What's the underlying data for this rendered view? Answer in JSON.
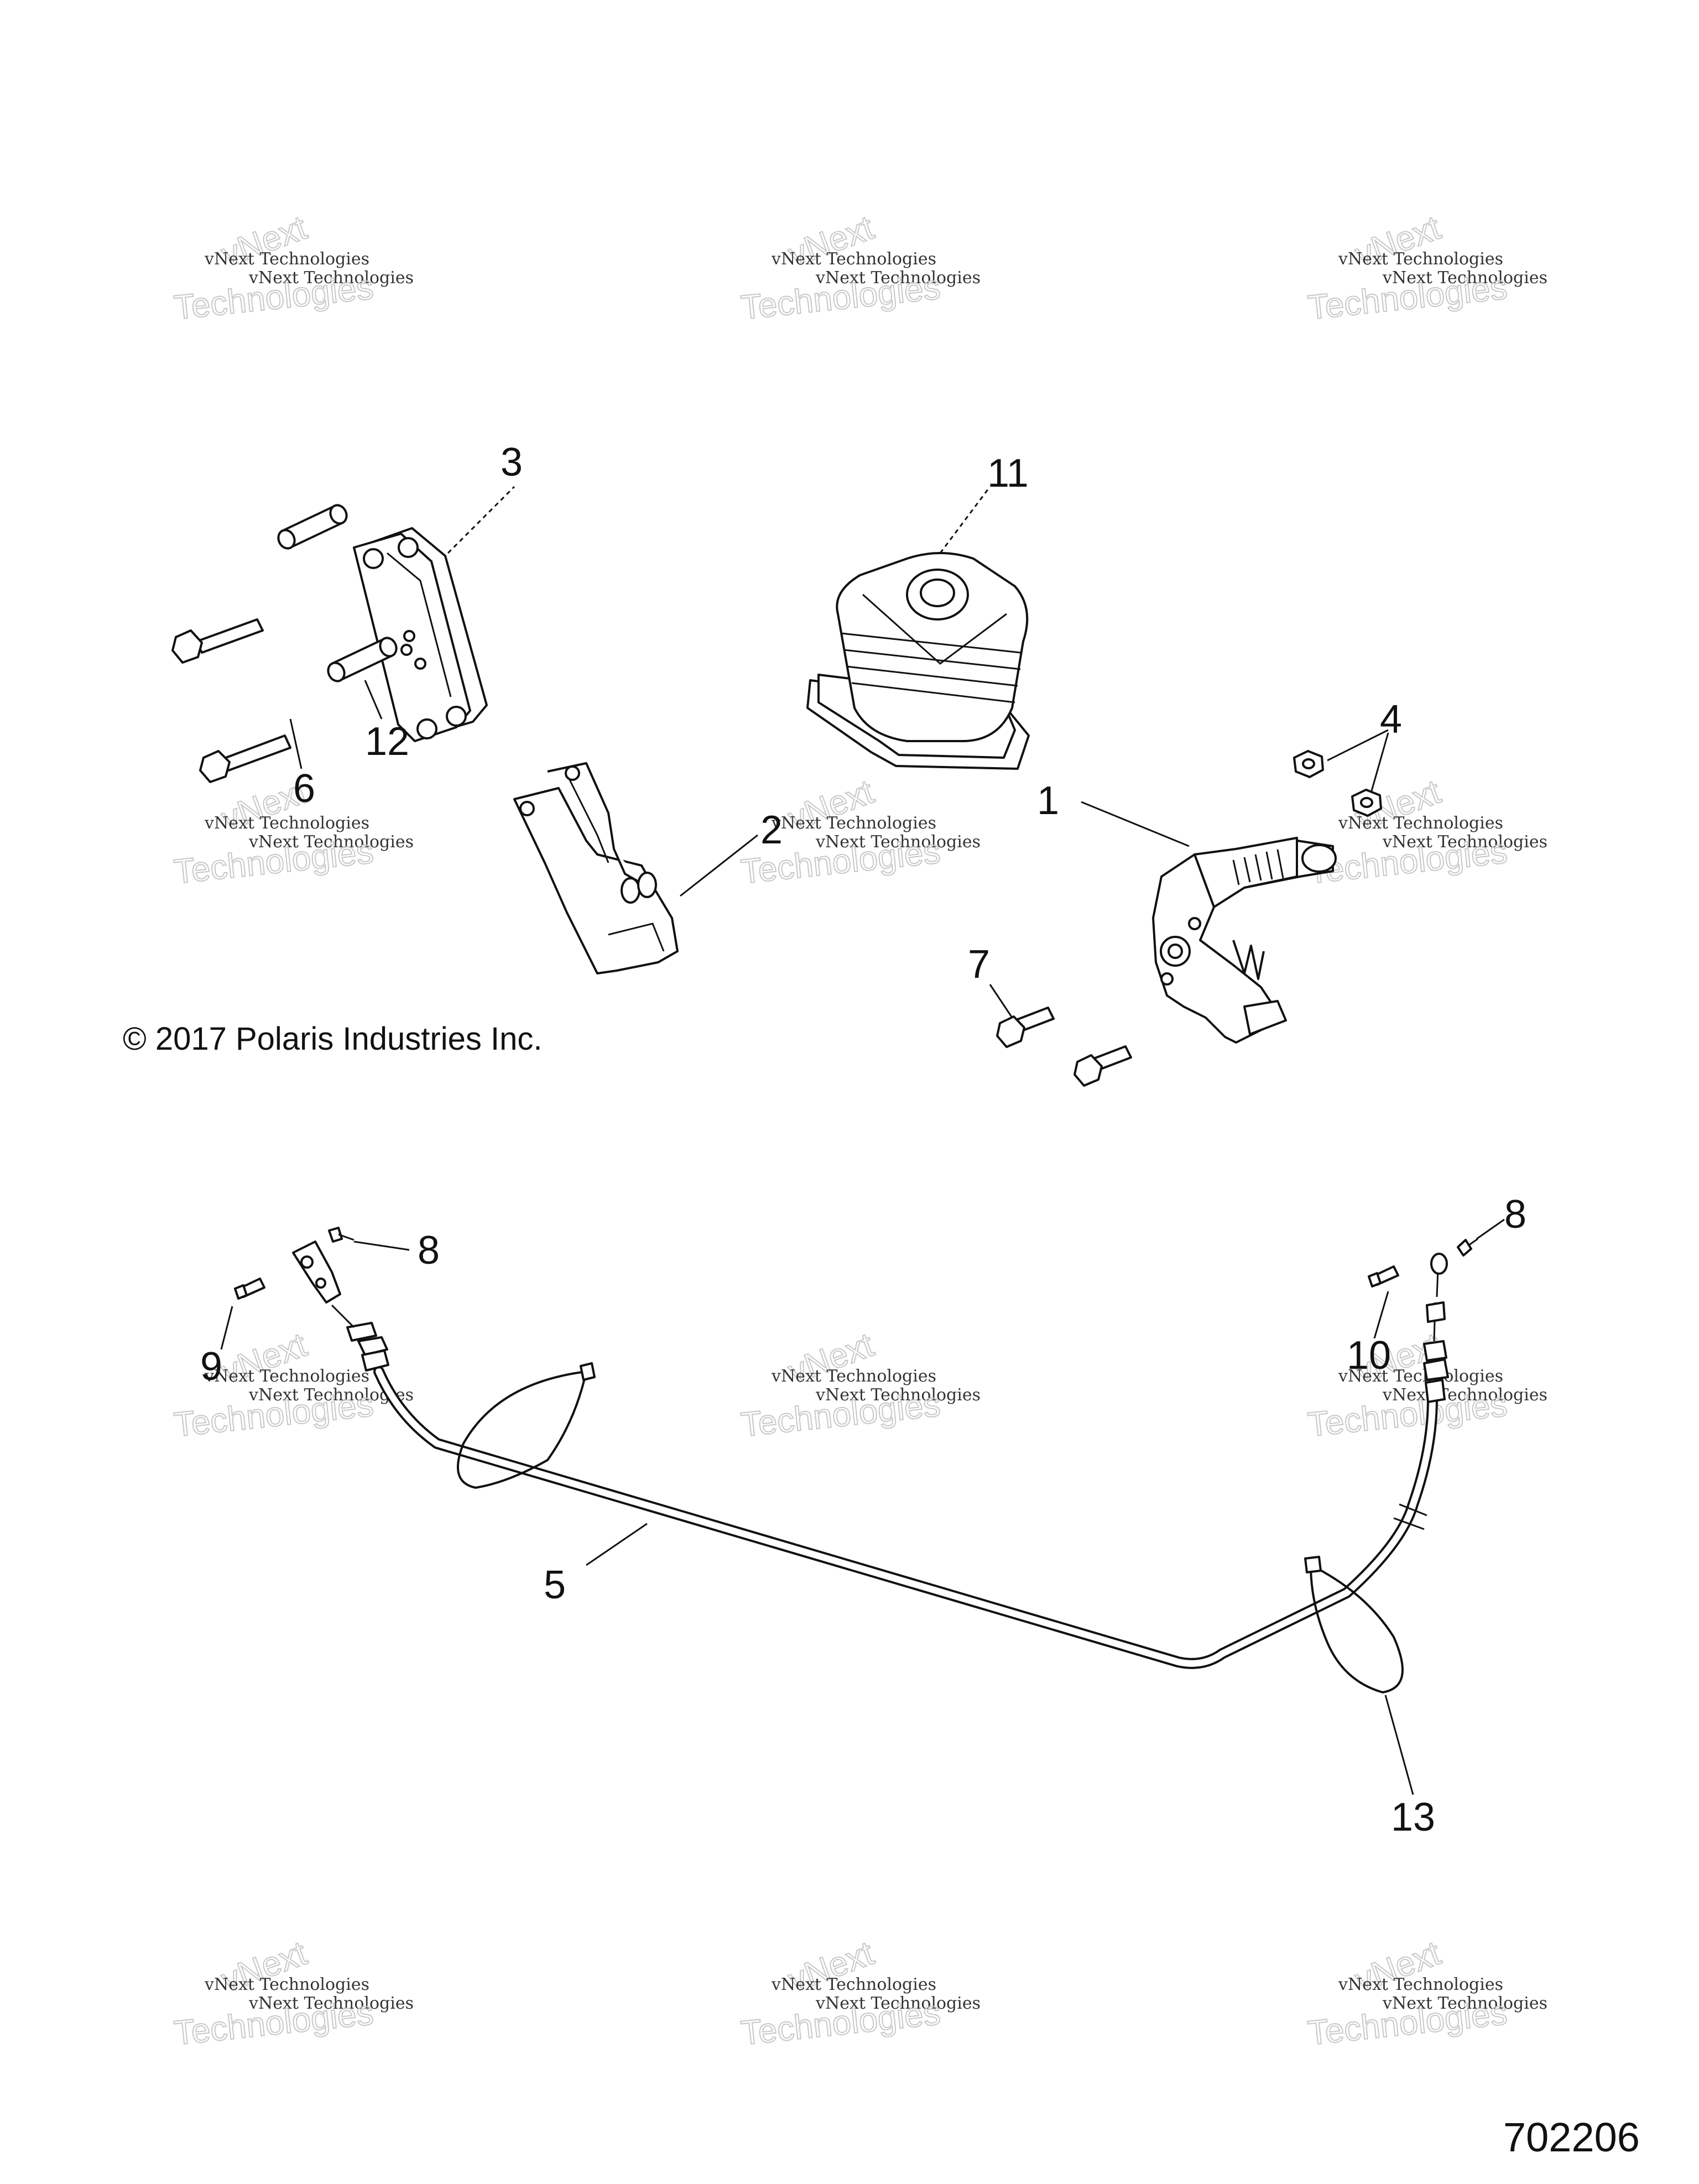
{
  "diagram": {
    "copyright": "© 2017  Polaris Industries Inc.",
    "document_number": "702206",
    "watermark": {
      "line1": "vNext Technologies",
      "line2": "vNext",
      "line3": "Technologies"
    },
    "callouts": {
      "c1": "1",
      "c2": "2",
      "c3": "3",
      "c4": "4",
      "c5": "5",
      "c6": "6",
      "c7": "7",
      "c8a": "8",
      "c8b": "8",
      "c9": "9",
      "c10": "10",
      "c11": "11",
      "c12": "12",
      "c13": "13"
    }
  }
}
